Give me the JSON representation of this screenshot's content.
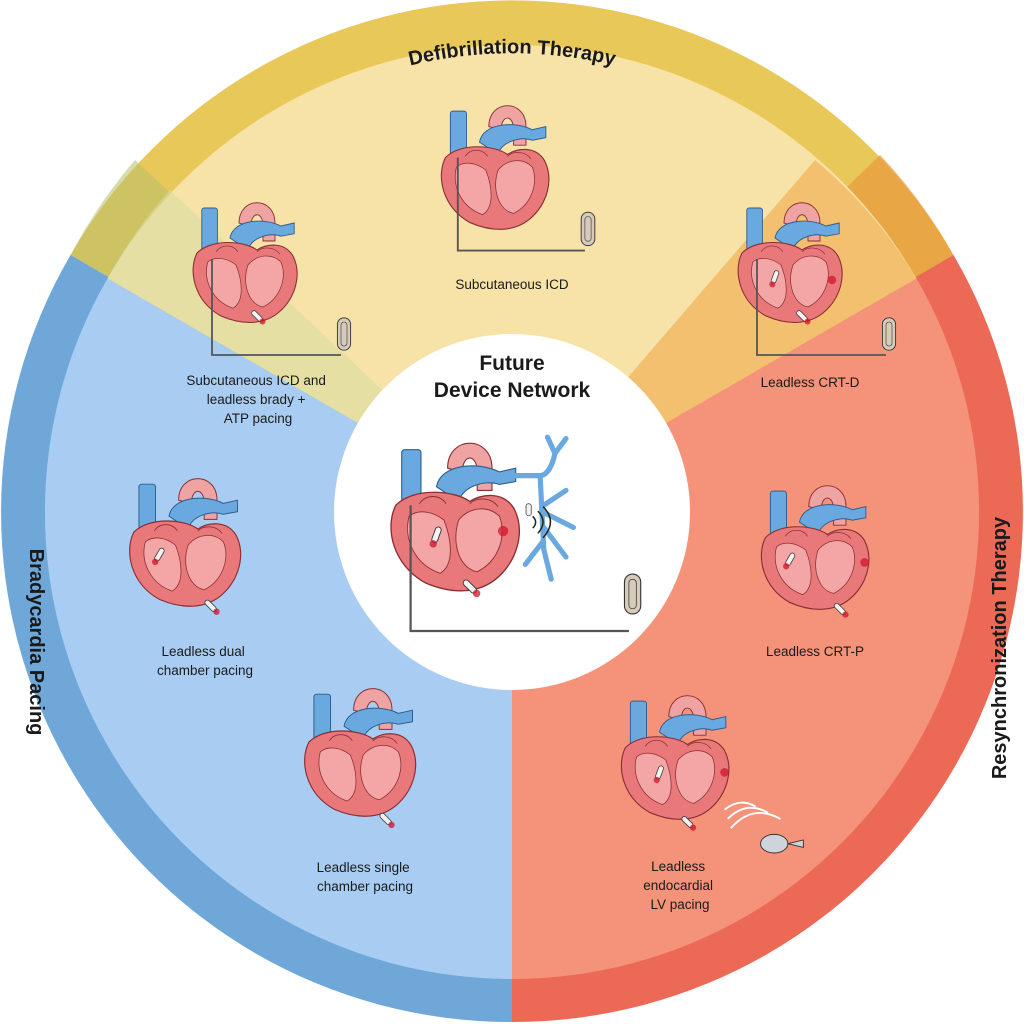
{
  "center": {
    "title_line1": "Future",
    "title_line2": "Device Network"
  },
  "segments": {
    "defibrillation": {
      "title": "Defibrillation Therapy",
      "color": "#e9c85a"
    },
    "bradycardia": {
      "title": "Bradycardia Pacing",
      "color": "#6fa7d8"
    },
    "resynchronization": {
      "title": "Resynchronization Therapy",
      "color": "#ec6a55"
    }
  },
  "devices": [
    {
      "id": "subcutaneous-icd",
      "lines": [
        "Subcutaneous ICD"
      ]
    },
    {
      "id": "sicd-leadless-brady",
      "lines": [
        "Subcutaneous ICD and",
        "leadless brady +",
        "ATP pacing"
      ]
    },
    {
      "id": "leadless-crt-d",
      "lines": [
        "Leadless CRT-D"
      ]
    },
    {
      "id": "leadless-dual",
      "lines": [
        "Leadless dual",
        "chamber pacing"
      ]
    },
    {
      "id": "leadless-crt-p",
      "lines": [
        "Leadless CRT-P"
      ]
    },
    {
      "id": "leadless-single",
      "lines": [
        "Leadless single",
        "chamber pacing"
      ]
    },
    {
      "id": "leadless-endocardial",
      "lines": [
        "Leadless",
        "endocardial",
        "LV pacing"
      ]
    }
  ],
  "colors": {
    "heart_fill": "#e8787a",
    "heart_stroke": "#8a2e33",
    "vessel_blue": "#6aa8e0",
    "aorta_pink": "#f0a3a3",
    "device_fill": "#d6cbb9"
  }
}
